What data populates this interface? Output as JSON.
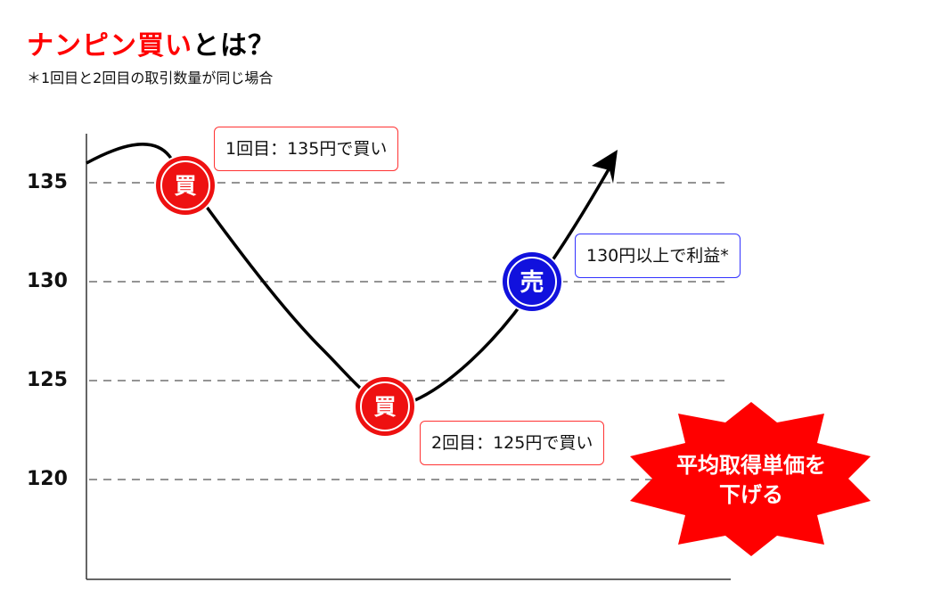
{
  "title": {
    "red": "ナンピン買い",
    "black": "とは？"
  },
  "subtitle": "＊1回目と2回目の取引数量が同じ場合",
  "chart_data": {
    "type": "line",
    "yticks": [
      "135",
      "130",
      "125",
      "120"
    ],
    "ylim": [
      115,
      138
    ],
    "markers": [
      {
        "kind": "buy",
        "label": "買",
        "price": 135,
        "note": "1回目：135円で買い"
      },
      {
        "kind": "buy",
        "label": "買",
        "price": 125,
        "note": "2回目：125円で買い"
      },
      {
        "kind": "sell",
        "label": "売",
        "price": 130,
        "note": "130円以上で利益*"
      }
    ]
  },
  "burst": {
    "line1": "平均取得単価を",
    "line2": "下げる"
  },
  "colors": {
    "buy": "#ee1111",
    "sell": "#1111dd",
    "burst": "#ff0000"
  }
}
